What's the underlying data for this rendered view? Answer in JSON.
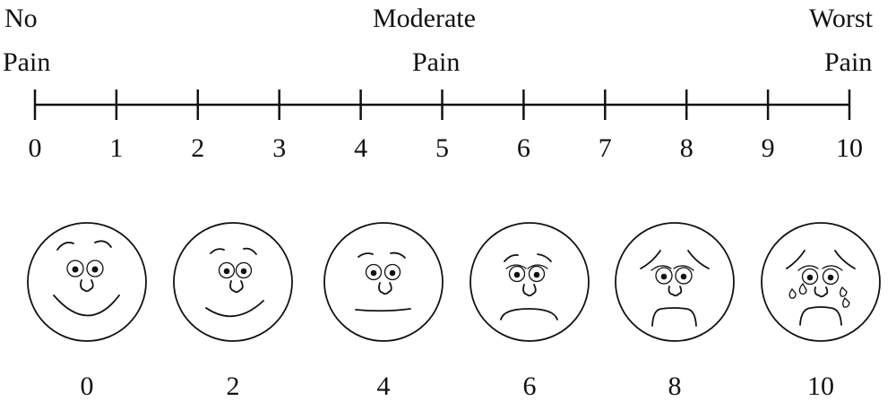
{
  "anchors": {
    "left": [
      "No",
      "Pain"
    ],
    "middle": [
      "Moderate",
      "Pain"
    ],
    "right": [
      "Worst",
      "Pain"
    ]
  },
  "scale": {
    "min": 0,
    "max": 10,
    "ticks": [
      "0",
      "1",
      "2",
      "3",
      "4",
      "5",
      "6",
      "7",
      "8",
      "9",
      "10"
    ]
  },
  "faces": [
    {
      "value": "0",
      "expression": "big-smile"
    },
    {
      "value": "2",
      "expression": "smile"
    },
    {
      "value": "4",
      "expression": "neutral"
    },
    {
      "value": "6",
      "expression": "frown"
    },
    {
      "value": "8",
      "expression": "grimace"
    },
    {
      "value": "10",
      "expression": "crying"
    }
  ]
}
